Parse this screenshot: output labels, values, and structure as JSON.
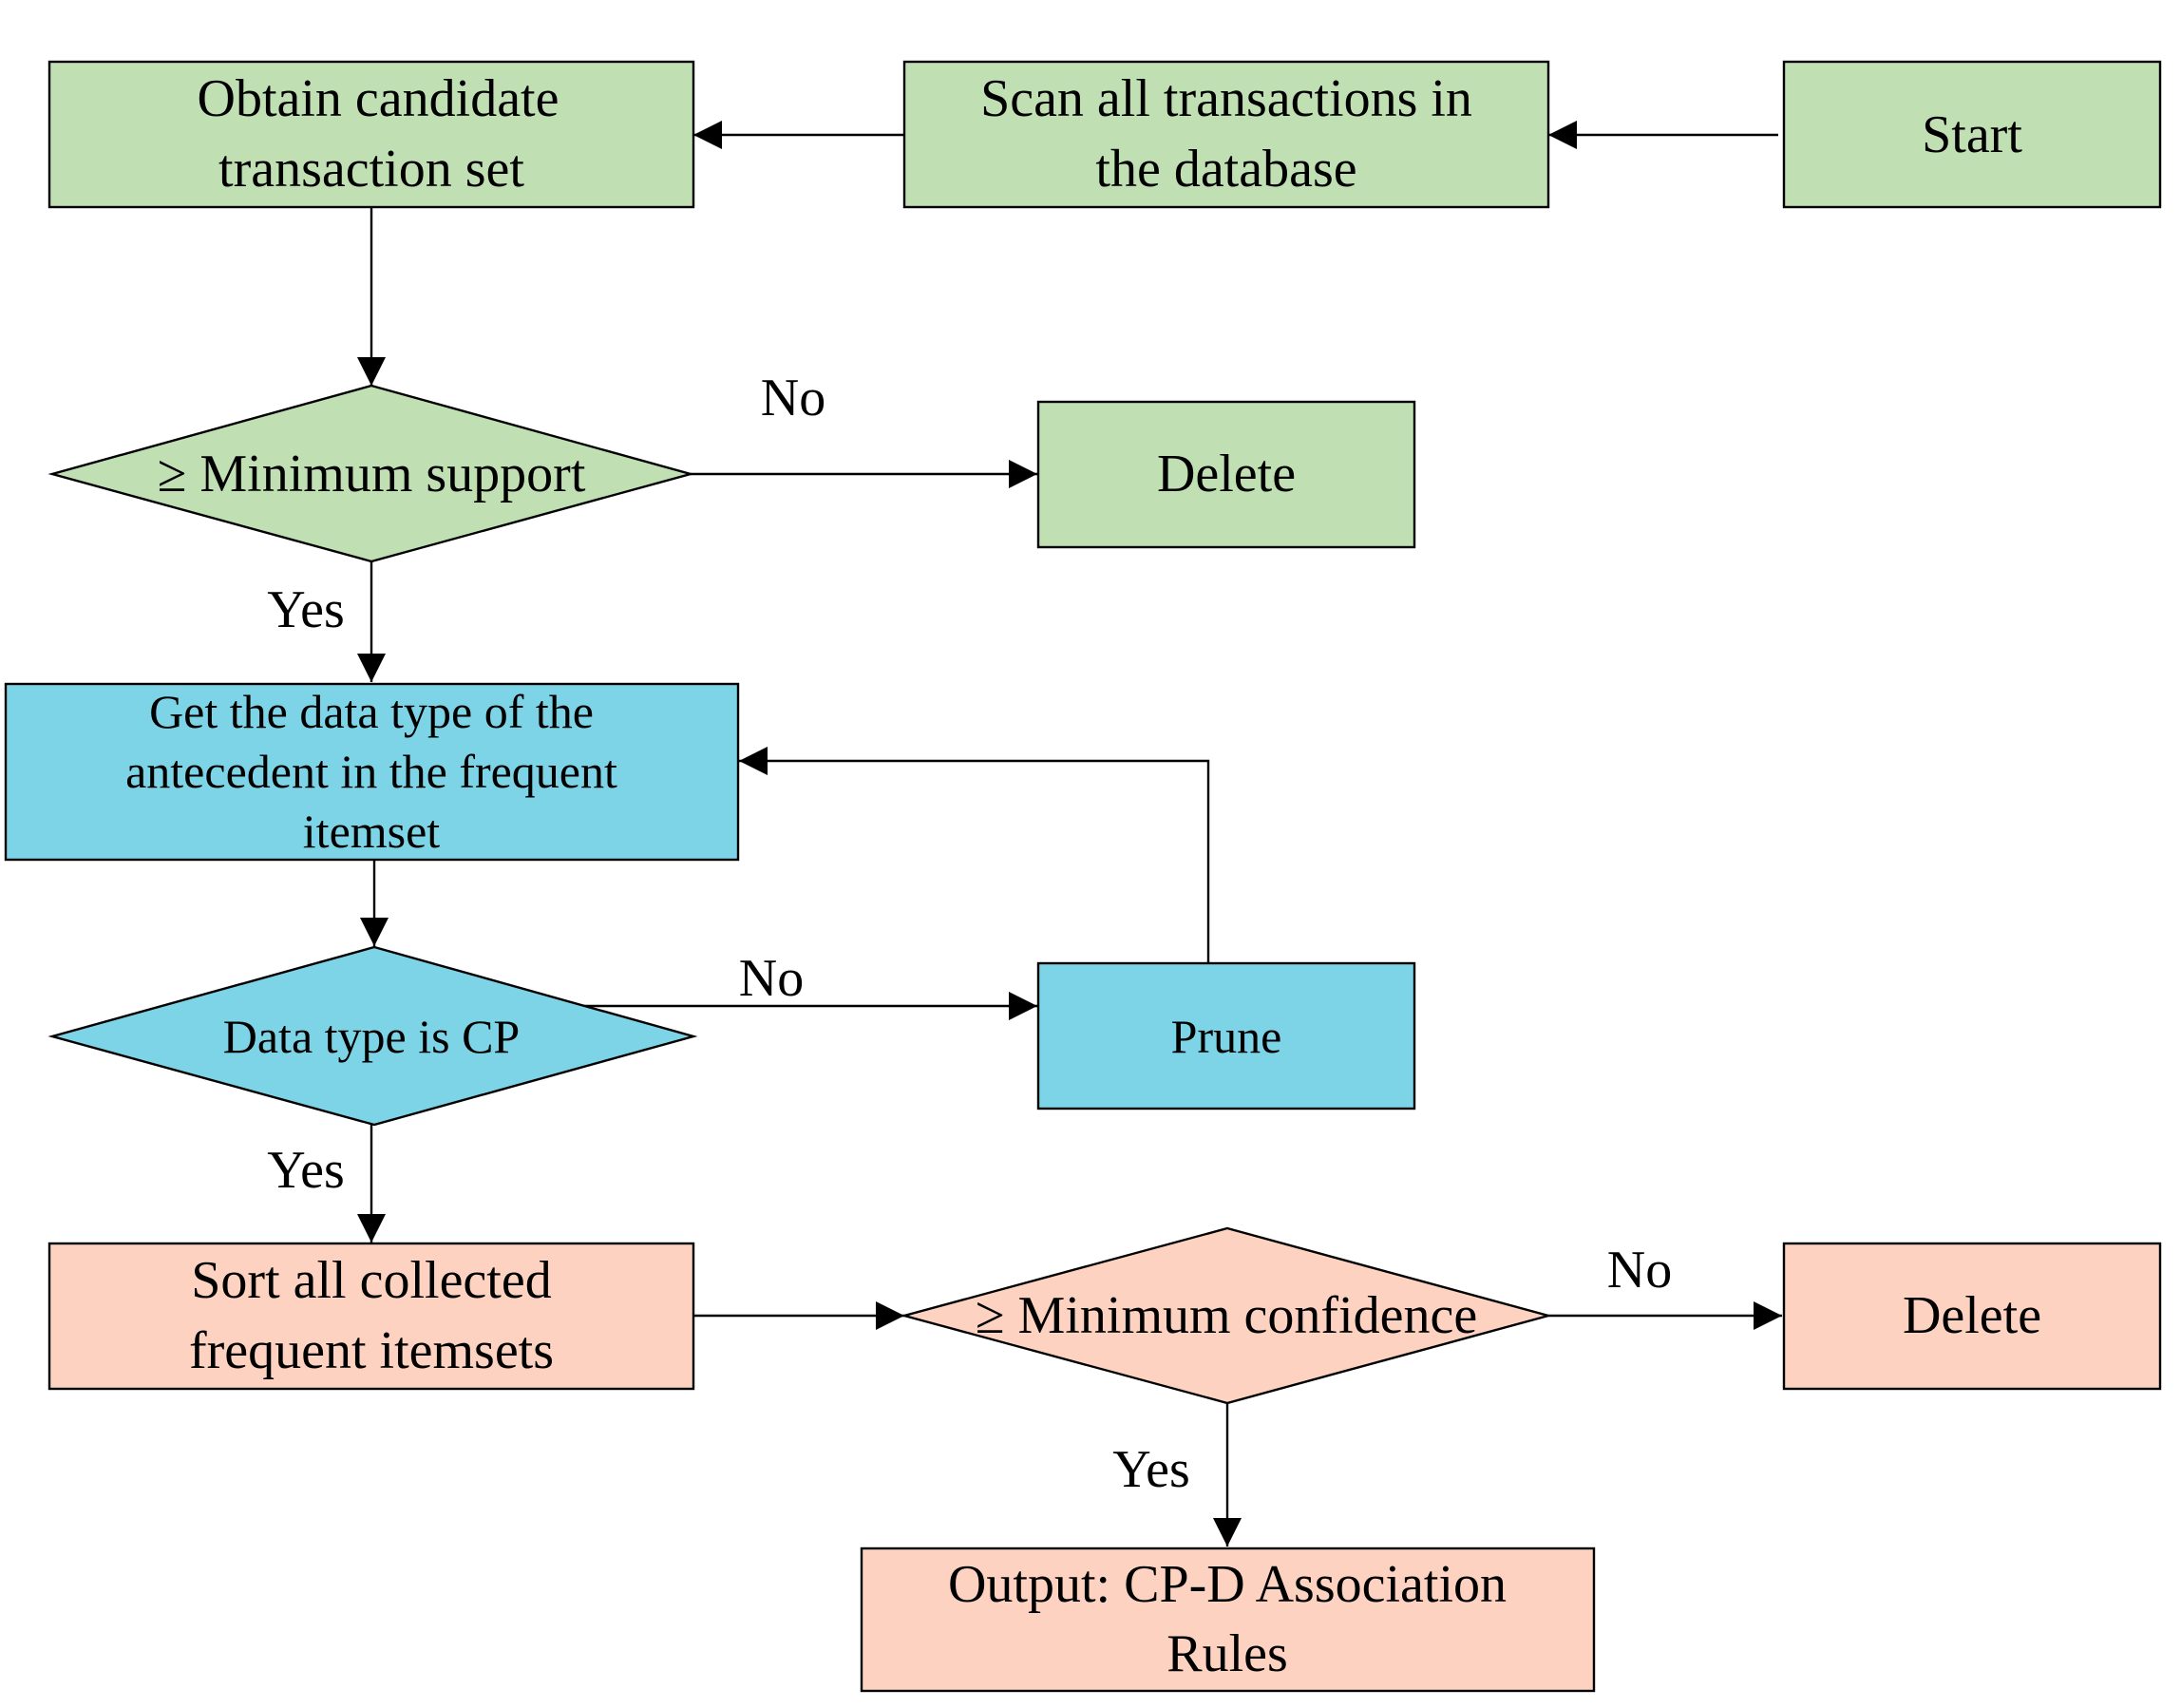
{
  "colors": {
    "green": "#c0e0b4",
    "blue": "#7dd4e6",
    "salmon": "#fdd2c0",
    "border": "#000000"
  },
  "nodes": {
    "start": {
      "label": "Start",
      "shape": "rectangle",
      "color": "green"
    },
    "scan": {
      "label": [
        "Scan all transactions in",
        "the database"
      ],
      "shape": "rectangle",
      "color": "green"
    },
    "obtain": {
      "label": [
        "Obtain candidate",
        "transaction set"
      ],
      "shape": "rectangle",
      "color": "green"
    },
    "min_support": {
      "label": "≥ Minimum support",
      "shape": "diamond",
      "color": "green"
    },
    "delete_1": {
      "label": "Delete",
      "shape": "rectangle",
      "color": "green"
    },
    "get_type": {
      "label": [
        "Get the data type of the",
        "antecedent in the frequent",
        "itemset"
      ],
      "shape": "rectangle",
      "color": "blue"
    },
    "is_cp": {
      "label": "Data type is CP",
      "shape": "diamond",
      "color": "blue"
    },
    "prune": {
      "label": "Prune",
      "shape": "rectangle",
      "color": "blue"
    },
    "sort": {
      "label": [
        "Sort all collected",
        "frequent itemsets"
      ],
      "shape": "rectangle",
      "color": "salmon"
    },
    "min_confidence": {
      "label": "≥ Minimum confidence",
      "shape": "diamond",
      "color": "salmon"
    },
    "delete_2": {
      "label": "Delete",
      "shape": "rectangle",
      "color": "salmon"
    },
    "output": {
      "label": [
        "Output: CP-D Association",
        "Rules"
      ],
      "shape": "rectangle",
      "color": "salmon"
    }
  },
  "edges": [
    {
      "from": "start",
      "to": "scan",
      "label": ""
    },
    {
      "from": "scan",
      "to": "obtain",
      "label": ""
    },
    {
      "from": "obtain",
      "to": "min_support",
      "label": ""
    },
    {
      "from": "min_support",
      "to": "delete_1",
      "label": "No"
    },
    {
      "from": "min_support",
      "to": "get_type",
      "label": "Yes"
    },
    {
      "from": "get_type",
      "to": "is_cp",
      "label": ""
    },
    {
      "from": "is_cp",
      "to": "prune",
      "label": "No"
    },
    {
      "from": "prune",
      "to": "get_type",
      "label": ""
    },
    {
      "from": "is_cp",
      "to": "sort",
      "label": "Yes"
    },
    {
      "from": "sort",
      "to": "min_confidence",
      "label": ""
    },
    {
      "from": "min_confidence",
      "to": "delete_2",
      "label": "No"
    },
    {
      "from": "min_confidence",
      "to": "output",
      "label": "Yes"
    }
  ]
}
